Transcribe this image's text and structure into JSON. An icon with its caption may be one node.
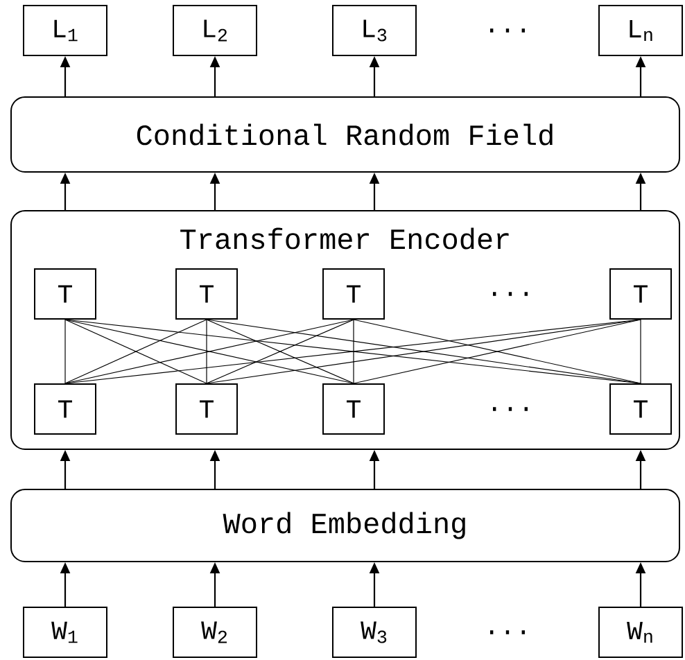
{
  "diagram": {
    "nodes": [
      {
        "text": [
          "L$_{1}$"
        ]
      },
      {
        "text": [
          "L$_{2}$"
        ]
      },
      {
        "text": [
          "L$_{3}$"
        ]
      },
      {
        "text": [
          "L$_{n}$"
        ]
      },
      {
        "text": [
          "Conditional Random Field"
        ]
      },
      {
        "text": [
          "Transformer Encoder"
        ]
      },
      {
        "text": [
          "T"
        ],
        "in": 5
      },
      {
        "text": [
          "T"
        ],
        "in": 5
      },
      {
        "text": [
          "T"
        ],
        "in": 5
      },
      {
        "text": [
          "T"
        ],
        "in": 5
      },
      {
        "text": [
          "T"
        ],
        "in": 5
      },
      {
        "text": [
          "T"
        ],
        "in": 5
      },
      {
        "text": [
          "T"
        ],
        "in": 5
      },
      {
        "text": [
          "T"
        ],
        "in": 5
      },
      {
        "text": [
          "Word Embedding"
        ]
      },
      {
        "text": [
          "W$_{1}$"
        ]
      },
      {
        "text": [
          "W$_{2}$"
        ]
      },
      {
        "text": [
          "W$_{3}$"
        ]
      },
      {
        "text": [
          "W$_{n}$"
        ]
      }
    ],
    "edges": [
      {
        "from": 15,
        "to": 14,
        "arrow": "to"
      },
      {
        "from": 16,
        "to": 14,
        "arrow": "to"
      },
      {
        "from": 17,
        "to": 14,
        "arrow": "to"
      },
      {
        "from": 18,
        "to": 14,
        "arrow": "to"
      },
      {
        "from": 14,
        "to": 5,
        "arrow": "to"
      },
      {
        "from": 14,
        "to": 5,
        "arrow": "to"
      },
      {
        "from": 14,
        "to": 5,
        "arrow": "to"
      },
      {
        "from": 14,
        "to": 5,
        "arrow": "to"
      },
      {
        "from": 10,
        "to": 6,
        "arrow": "none"
      },
      {
        "from": 10,
        "to": 7,
        "arrow": "none"
      },
      {
        "from": 10,
        "to": 8,
        "arrow": "none"
      },
      {
        "from": 10,
        "to": 9,
        "arrow": "none"
      },
      {
        "from": 11,
        "to": 6,
        "arrow": "none"
      },
      {
        "from": 11,
        "to": 7,
        "arrow": "none"
      },
      {
        "from": 11,
        "to": 8,
        "arrow": "none"
      },
      {
        "from": 11,
        "to": 9,
        "arrow": "none"
      },
      {
        "from": 12,
        "to": 6,
        "arrow": "none"
      },
      {
        "from": 12,
        "to": 7,
        "arrow": "none"
      },
      {
        "from": 12,
        "to": 8,
        "arrow": "none"
      },
      {
        "from": 12,
        "to": 9,
        "arrow": "none"
      },
      {
        "from": 13,
        "to": 6,
        "arrow": "none"
      },
      {
        "from": 13,
        "to": 7,
        "arrow": "none"
      },
      {
        "from": 13,
        "to": 8,
        "arrow": "none"
      },
      {
        "from": 13,
        "to": 9,
        "arrow": "none"
      },
      {
        "from": 5,
        "to": 4,
        "arrow": "to"
      },
      {
        "from": 5,
        "to": 4,
        "arrow": "to"
      },
      {
        "from": 5,
        "to": 4,
        "arrow": "to"
      },
      {
        "from": 5,
        "to": 4,
        "arrow": "to"
      },
      {
        "from": 4,
        "to": 0,
        "arrow": "to"
      },
      {
        "from": 4,
        "to": 1,
        "arrow": "to"
      },
      {
        "from": 4,
        "to": 2,
        "arrow": "to"
      },
      {
        "from": 4,
        "to": 3,
        "arrow": "to"
      }
    ],
    "labels": [
      "...",
      "...",
      "...",
      "..."
    ]
  }
}
